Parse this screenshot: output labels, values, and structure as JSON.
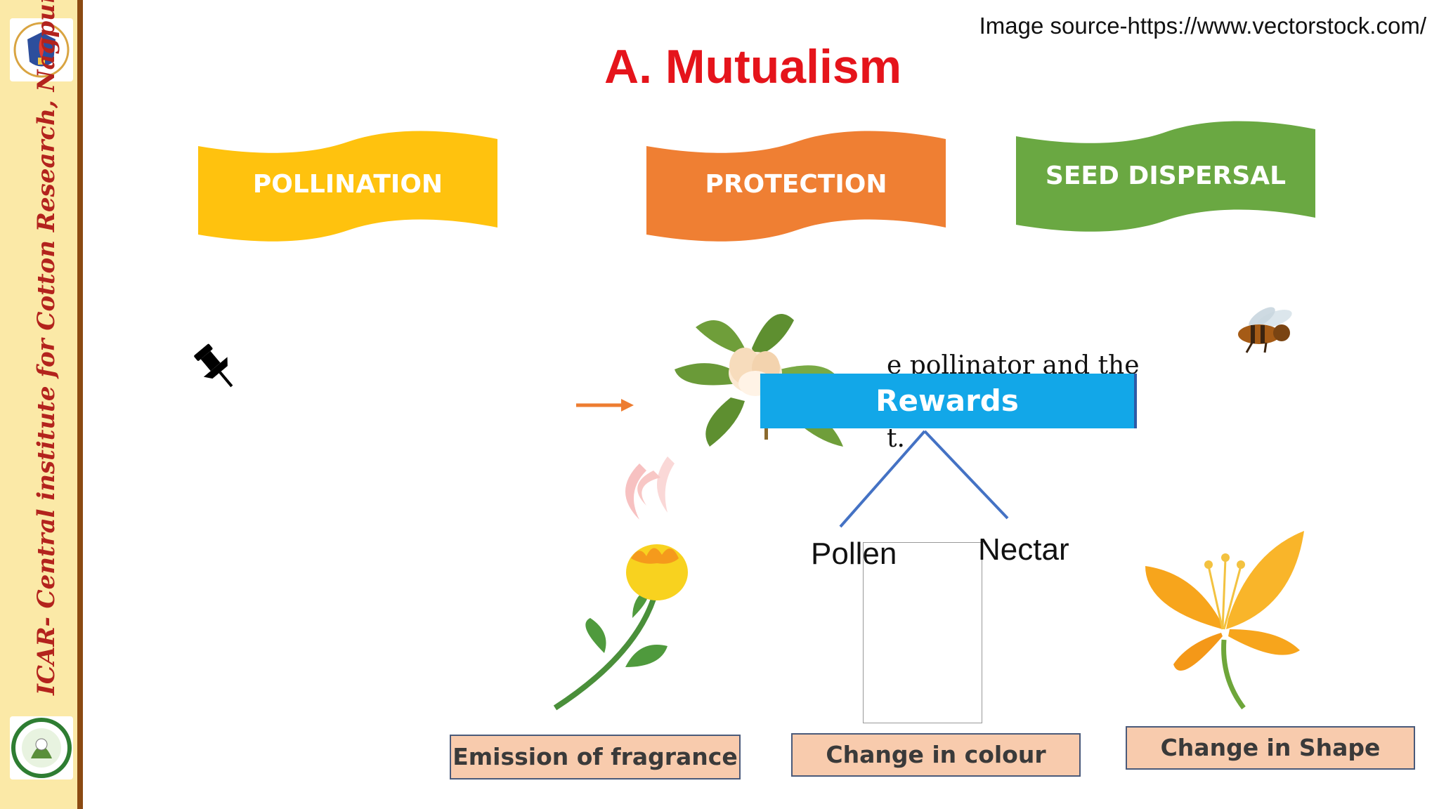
{
  "sidebar": {
    "vertical_text": "ICAR- Central institute for Cotton Research, Nagpur",
    "border_color": "#8b4a12",
    "background": "#fbe9a7",
    "logo_top_icon": "icar-emblem-icon",
    "logo_bottom_icon": "cicr-emblem-icon"
  },
  "header": {
    "source": "Image source-https://www.vectorstock.com/",
    "title": "A. Mutualism",
    "title_color": "#e5141b"
  },
  "banners": [
    {
      "label": "POLLINATION",
      "color": "#ffc20e"
    },
    {
      "label": "PROTECTION",
      "color": "#ef7f33"
    },
    {
      "label": "SEED DISPERSAL",
      "color": "#6aa842"
    }
  ],
  "diagram": {
    "bg_line1": "e  pollinator  and  the",
    "bg_line2": "t.",
    "rewards": "Rewards",
    "left": "Pollen",
    "right": "Nectar",
    "line_color": "#4472c4"
  },
  "boxes": [
    {
      "label": "Emission of fragrance"
    },
    {
      "label": "Change in colour"
    },
    {
      "label": "Change in Shape"
    }
  ],
  "icons": {
    "pin": "pushpin-icon",
    "arrow": "arrow-right-icon",
    "bee": "bee-icon",
    "flower1": "white-flower-icon",
    "flower2": "fragrant-flower-icon",
    "flower3": "yellow-flower-icon"
  }
}
